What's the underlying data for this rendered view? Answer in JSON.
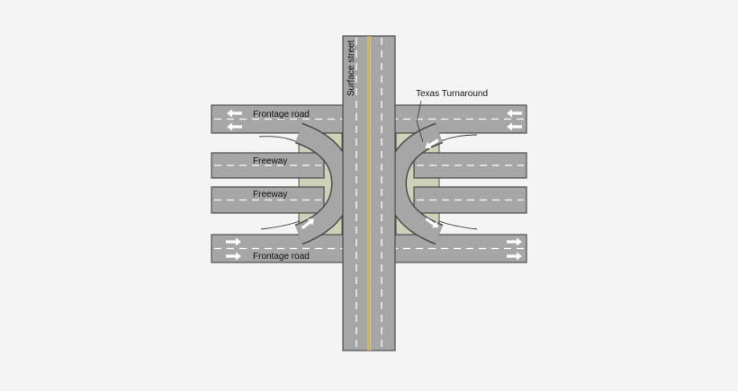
{
  "labels": {
    "surface_street": "Surface street",
    "frontage_top": "Frontage road",
    "frontage_bottom": "Frontage road",
    "freeway_upper": "Freeway",
    "freeway_lower": "Freeway",
    "texas_turnaround": "Texas Turnaround"
  },
  "colors": {
    "road": "#a6a6a6",
    "outline": "#4d4d4d",
    "lane_marking": "#ffffff",
    "center_line": "#e8c23a",
    "island": "#cfd0b8",
    "background": "#f4f4f4"
  },
  "icons": {
    "arrow": "white-direction-arrow"
  }
}
